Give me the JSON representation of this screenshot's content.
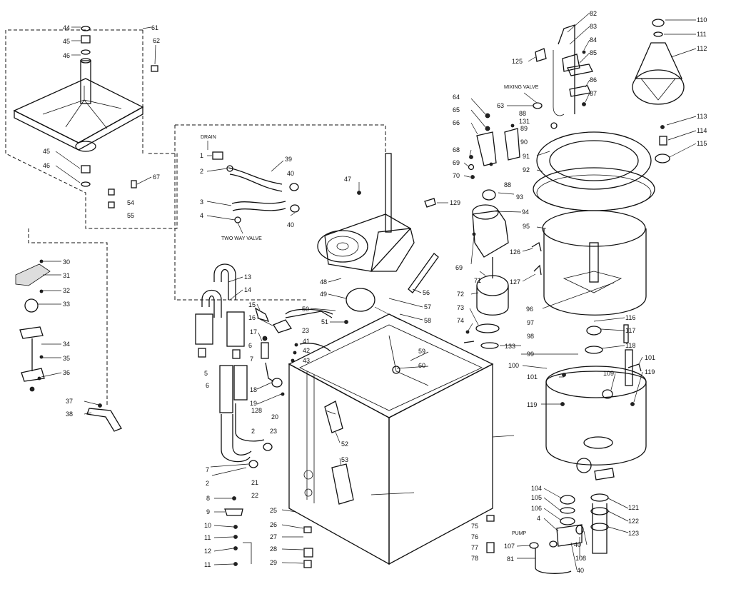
{
  "notes": {
    "drain": "DRAIN",
    "two_way_valve": "TWO WAY VALVE",
    "mixing_valve": "MIXING VALVE",
    "pump": "PUMP"
  },
  "part_numbers": [
    "1",
    "2",
    "3",
    "4",
    "5",
    "6",
    "7",
    "8",
    "9",
    "10",
    "11",
    "12",
    "13",
    "14",
    "15",
    "16",
    "17",
    "18",
    "19",
    "20",
    "21",
    "22",
    "23",
    "25",
    "26",
    "27",
    "28",
    "29",
    "30",
    "31",
    "32",
    "33",
    "34",
    "35",
    "36",
    "37",
    "38",
    "40",
    "41",
    "42",
    "43",
    "44",
    "45",
    "46",
    "47",
    "48",
    "49",
    "50",
    "51",
    "52",
    "53",
    "54",
    "55",
    "56",
    "57",
    "58",
    "59",
    "60",
    "61",
    "62",
    "63",
    "64",
    "65",
    "66",
    "67",
    "68",
    "69",
    "70",
    "71",
    "72",
    "73",
    "74",
    "75",
    "76",
    "77",
    "78",
    "81",
    "82",
    "83",
    "84",
    "85",
    "86",
    "87",
    "88",
    "89",
    "90",
    "91",
    "92",
    "93",
    "94",
    "95",
    "96",
    "97",
    "98",
    "99",
    "100",
    "101",
    "104",
    "105",
    "106",
    "107",
    "108",
    "109",
    "110",
    "111",
    "112",
    "113",
    "114",
    "115",
    "116",
    "117",
    "118",
    "119",
    "121",
    "122",
    "123",
    "125",
    "126",
    "127",
    "128",
    "129",
    "131",
    "133"
  ],
  "labels": [
    {
      "id": "l44",
      "text": "44"
    },
    {
      "id": "l45a",
      "text": "45"
    },
    {
      "id": "l46a",
      "text": "46"
    },
    {
      "id": "l61",
      "text": "61"
    },
    {
      "id": "l62",
      "text": "62"
    },
    {
      "id": "l45b",
      "text": "45"
    },
    {
      "id": "l46b",
      "text": "46"
    },
    {
      "id": "l67",
      "text": "67"
    },
    {
      "id": "l54",
      "text": "54"
    },
    {
      "id": "l55",
      "text": "55"
    },
    {
      "id": "l30",
      "text": "30"
    },
    {
      "id": "l31",
      "text": "31"
    },
    {
      "id": "l32",
      "text": "32"
    },
    {
      "id": "l33",
      "text": "33"
    },
    {
      "id": "l34",
      "text": "34"
    },
    {
      "id": "l35",
      "text": "35"
    },
    {
      "id": "l36",
      "text": "36"
    },
    {
      "id": "l37",
      "text": "37"
    },
    {
      "id": "l38",
      "text": "38"
    },
    {
      "id": "l1",
      "text": "1"
    },
    {
      "id": "l2a",
      "text": "2"
    },
    {
      "id": "l3",
      "text": "3"
    },
    {
      "id": "l4",
      "text": "4"
    },
    {
      "id": "l39",
      "text": "39"
    },
    {
      "id": "l40a",
      "text": "40"
    },
    {
      "id": "l40b",
      "text": "40"
    },
    {
      "id": "l47",
      "text": "47"
    },
    {
      "id": "l48",
      "text": "48"
    },
    {
      "id": "l49",
      "text": "49"
    },
    {
      "id": "l50",
      "text": "50"
    },
    {
      "id": "l51",
      "text": "51"
    },
    {
      "id": "l129",
      "text": "129"
    },
    {
      "id": "l13",
      "text": "13"
    },
    {
      "id": "l14",
      "text": "14"
    },
    {
      "id": "l15",
      "text": "15"
    },
    {
      "id": "l16",
      "text": "16"
    },
    {
      "id": "l17",
      "text": "17"
    },
    {
      "id": "l6a",
      "text": "6"
    },
    {
      "id": "l7a",
      "text": "7"
    },
    {
      "id": "l5",
      "text": "5"
    },
    {
      "id": "l6b",
      "text": "6"
    },
    {
      "id": "l23a",
      "text": "23"
    },
    {
      "id": "l41",
      "text": "41"
    },
    {
      "id": "l42",
      "text": "42"
    },
    {
      "id": "l43",
      "text": "43"
    },
    {
      "id": "l18",
      "text": "18"
    },
    {
      "id": "l19",
      "text": "19"
    },
    {
      "id": "l128",
      "text": "128"
    },
    {
      "id": "l20",
      "text": "20"
    },
    {
      "id": "l2b",
      "text": "2"
    },
    {
      "id": "l23b",
      "text": "23"
    },
    {
      "id": "l7b",
      "text": "7"
    },
    {
      "id": "l2c",
      "text": "2"
    },
    {
      "id": "l21",
      "text": "21"
    },
    {
      "id": "l22",
      "text": "22"
    },
    {
      "id": "l52",
      "text": "52"
    },
    {
      "id": "l53",
      "text": "53"
    },
    {
      "id": "l8",
      "text": "8"
    },
    {
      "id": "l9",
      "text": "9"
    },
    {
      "id": "l10",
      "text": "10"
    },
    {
      "id": "l11a",
      "text": "11"
    },
    {
      "id": "l12",
      "text": "12"
    },
    {
      "id": "l11b",
      "text": "11"
    },
    {
      "id": "l25",
      "text": "25"
    },
    {
      "id": "l26",
      "text": "26"
    },
    {
      "id": "l27",
      "text": "27"
    },
    {
      "id": "l28",
      "text": "28"
    },
    {
      "id": "l29",
      "text": "29"
    },
    {
      "id": "l56",
      "text": "56"
    },
    {
      "id": "l57",
      "text": "57"
    },
    {
      "id": "l58",
      "text": "58"
    },
    {
      "id": "l59",
      "text": "59"
    },
    {
      "id": "l60",
      "text": "60"
    },
    {
      "id": "l64",
      "text": "64"
    },
    {
      "id": "l65",
      "text": "65"
    },
    {
      "id": "l66",
      "text": "66"
    },
    {
      "id": "l68",
      "text": "68"
    },
    {
      "id": "l69a",
      "text": "69"
    },
    {
      "id": "l70",
      "text": "70"
    },
    {
      "id": "l69b",
      "text": "69"
    },
    {
      "id": "l71",
      "text": "71"
    },
    {
      "id": "l72",
      "text": "72"
    },
    {
      "id": "l73",
      "text": "73"
    },
    {
      "id": "l74",
      "text": "74"
    },
    {
      "id": "l63",
      "text": "63"
    },
    {
      "id": "l88a",
      "text": "88"
    },
    {
      "id": "l131",
      "text": "131"
    },
    {
      "id": "l89",
      "text": "89"
    },
    {
      "id": "l90",
      "text": "90"
    },
    {
      "id": "l88b",
      "text": "88"
    },
    {
      "id": "l93",
      "text": "93"
    },
    {
      "id": "l94",
      "text": "94"
    },
    {
      "id": "l125",
      "text": "125"
    },
    {
      "id": "l82",
      "text": "82"
    },
    {
      "id": "l83",
      "text": "83"
    },
    {
      "id": "l84",
      "text": "84"
    },
    {
      "id": "l85",
      "text": "85"
    },
    {
      "id": "l86",
      "text": "86"
    },
    {
      "id": "l87",
      "text": "87"
    },
    {
      "id": "l91",
      "text": "91"
    },
    {
      "id": "l92",
      "text": "92"
    },
    {
      "id": "l95",
      "text": "95"
    },
    {
      "id": "l126",
      "text": "126"
    },
    {
      "id": "l127",
      "text": "127"
    },
    {
      "id": "l96",
      "text": "96"
    },
    {
      "id": "l97",
      "text": "97"
    },
    {
      "id": "l98",
      "text": "98"
    },
    {
      "id": "l133",
      "text": "133"
    },
    {
      "id": "l99",
      "text": "99"
    },
    {
      "id": "l100",
      "text": "100"
    },
    {
      "id": "l101a",
      "text": "101"
    },
    {
      "id": "l101b",
      "text": "101"
    },
    {
      "id": "l109",
      "text": "109"
    },
    {
      "id": "l119a",
      "text": "119"
    },
    {
      "id": "l119b",
      "text": "119"
    },
    {
      "id": "l110",
      "text": "110"
    },
    {
      "id": "l111",
      "text": "111"
    },
    {
      "id": "l112",
      "text": "112"
    },
    {
      "id": "l113",
      "text": "113"
    },
    {
      "id": "l114",
      "text": "114"
    },
    {
      "id": "l115",
      "text": "115"
    },
    {
      "id": "l116",
      "text": "116"
    },
    {
      "id": "l117",
      "text": "117"
    },
    {
      "id": "l118",
      "text": "118"
    },
    {
      "id": "l104",
      "text": "104"
    },
    {
      "id": "l105",
      "text": "105"
    },
    {
      "id": "l106",
      "text": "106"
    },
    {
      "id": "l4b",
      "text": "4"
    },
    {
      "id": "l107",
      "text": "107"
    },
    {
      "id": "l81",
      "text": "81"
    },
    {
      "id": "l108",
      "text": "108"
    },
    {
      "id": "l40c",
      "text": "40"
    },
    {
      "id": "l40d",
      "text": "40"
    },
    {
      "id": "l121",
      "text": "121"
    },
    {
      "id": "l122",
      "text": "122"
    },
    {
      "id": "l123",
      "text": "123"
    },
    {
      "id": "l75",
      "text": "75"
    },
    {
      "id": "l76",
      "text": "76"
    },
    {
      "id": "l77",
      "text": "77"
    },
    {
      "id": "l78",
      "text": "78"
    }
  ]
}
